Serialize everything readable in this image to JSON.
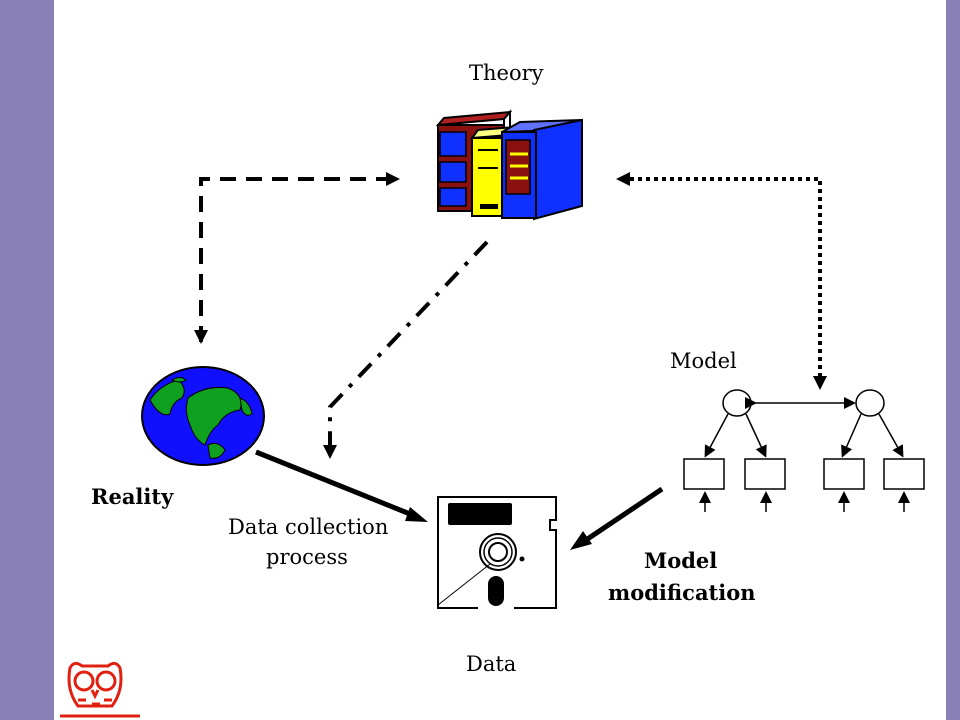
{
  "labels": {
    "theory": "Theory",
    "model": "Model",
    "reality": "Reality",
    "data_collection_line1": "Data collection",
    "data_collection_line2": "process",
    "model_modification_line1": "Model",
    "model_modification_line2": "modification",
    "data": "Data"
  },
  "colors": {
    "sidebar": "#8a80b8",
    "slide_bg": "#ffffff",
    "book_red": "#8b1010",
    "book_yellow": "#ffff00",
    "book_blue": "#1030ff",
    "globe_ocean": "#1010ff",
    "globe_land": "#10a020",
    "owl_red": "#e02010"
  },
  "icons": [
    "books-icon",
    "globe-icon",
    "floppy-disk-icon",
    "path-model-icon",
    "owl-logo-icon"
  ]
}
